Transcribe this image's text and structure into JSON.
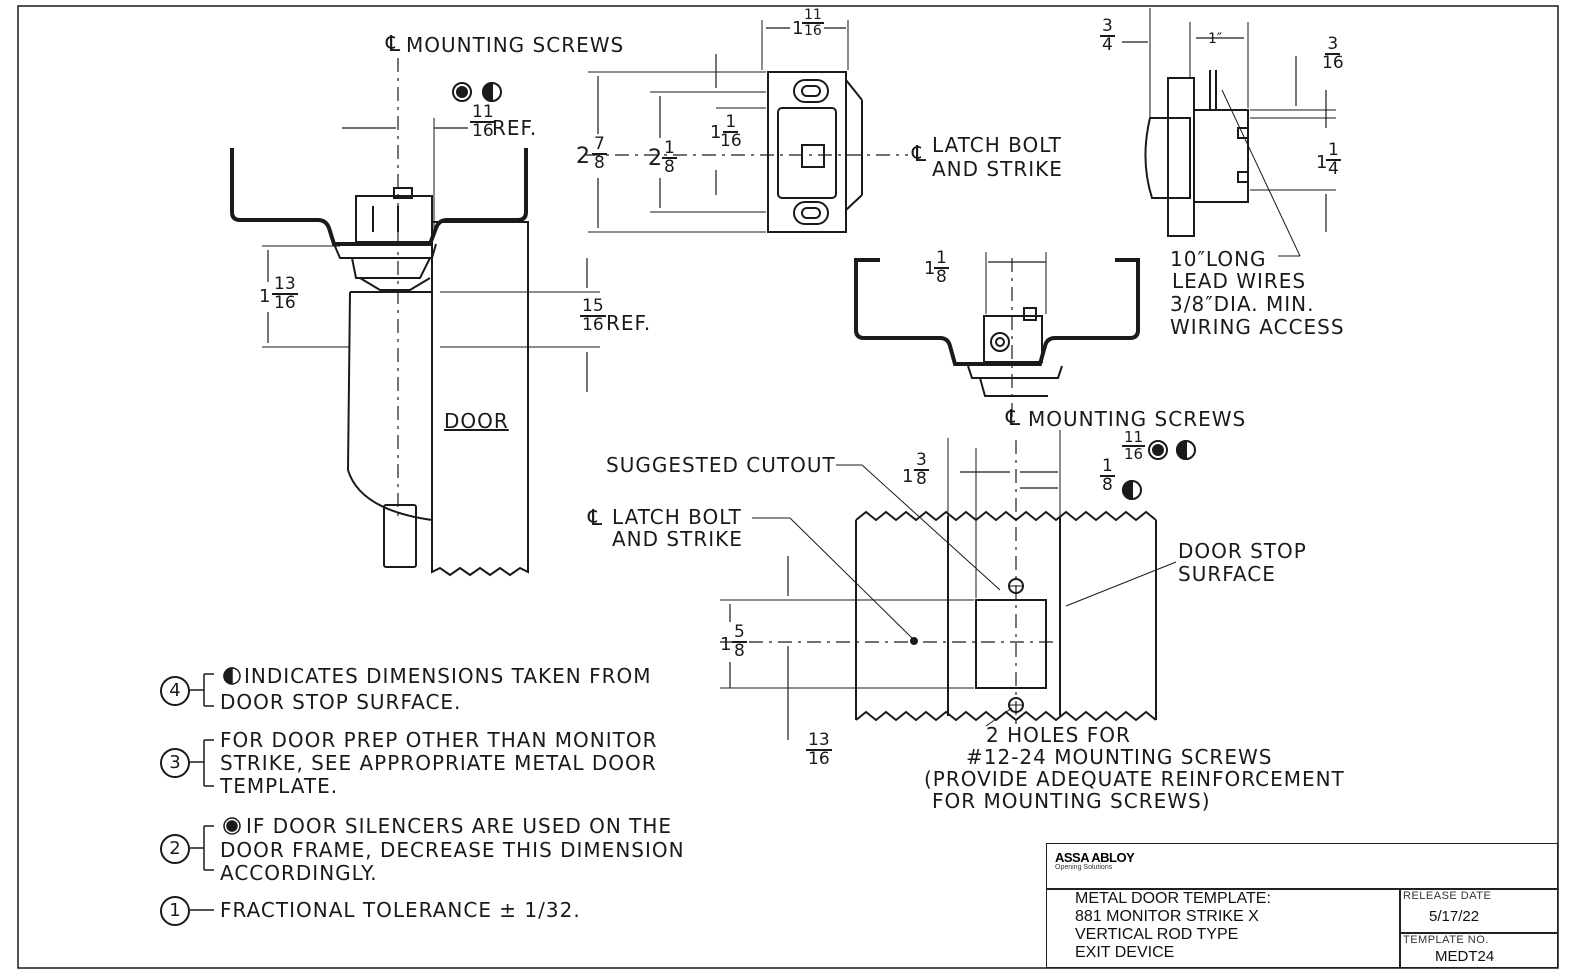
{
  "labels": {
    "mounting_screws_top": "MOUNTING SCREWS",
    "ref_11_16": "REF.",
    "ref_15_16": "REF.",
    "door": "DOOR",
    "latch_bolt_strike_1": "LATCH BOLT",
    "latch_bolt_strike_2": "AND STRIKE",
    "lead_wires_1": "10″LONG",
    "lead_wires_2": "LEAD WIRES",
    "lead_wires_3": "3/8″DIA. MIN.",
    "lead_wires_4": "WIRING ACCESS",
    "mounting_screws_mid": "MOUNTING SCREWS",
    "suggested_cutout": "SUGGESTED CUTOUT",
    "latch_bolt_lower_1": "LATCH BOLT",
    "latch_bolt_lower_2": "AND STRIKE",
    "door_stop_1": "DOOR STOP",
    "door_stop_2": "SURFACE",
    "holes_1": "2 HOLES FOR",
    "holes_2": "#12-24 MOUNTING SCREWS",
    "holes_3": "(PROVIDE ADEQUATE REINFORCEMENT",
    "holes_4": "FOR MOUNTING SCREWS)",
    "centerline_symbol": "℄"
  },
  "dimensions": {
    "d_11_16_top": {
      "whole": "1",
      "num": "11",
      "den": "16"
    },
    "d_2_7_8": {
      "whole": "2",
      "num": "7",
      "den": "8"
    },
    "d_2_1_8": {
      "whole": "2",
      "num": "1",
      "den": "8"
    },
    "d_1_1_16": {
      "whole": "1",
      "num": "1",
      "den": "16"
    },
    "d_3_4": {
      "whole": "",
      "num": "3",
      "den": "4"
    },
    "d_1in": "1″",
    "d_3_16": {
      "whole": "",
      "num": "3",
      "den": "16"
    },
    "d_1_1_4": {
      "whole": "1",
      "num": "1",
      "den": "4"
    },
    "d_11_16_ref": {
      "whole": "",
      "num": "11",
      "den": "16"
    },
    "d_1_13_16": {
      "whole": "1",
      "num": "13",
      "den": "16"
    },
    "d_15_16_ref": {
      "whole": "",
      "num": "15",
      "den": "16"
    },
    "d_1_1_8": {
      "whole": "1",
      "num": "1",
      "den": "8"
    },
    "d_11_16_mid": {
      "whole": "",
      "num": "11",
      "den": "16"
    },
    "d_1_3_8": {
      "whole": "1",
      "num": "3",
      "den": "8"
    },
    "d_1_8": {
      "whole": "",
      "num": "1",
      "den": "8"
    },
    "d_1_5_8": {
      "whole": "1",
      "num": "5",
      "den": "8"
    },
    "d_13_16": {
      "whole": "",
      "num": "13",
      "den": "16"
    }
  },
  "notes": [
    {
      "num": "4",
      "lines": [
        "INDICATES DIMENSIONS TAKEN FROM",
        "DOOR STOP SURFACE."
      ]
    },
    {
      "num": "3",
      "lines": [
        "FOR DOOR PREP OTHER THAN MONITOR",
        "STRIKE, SEE APPROPRIATE METAL DOOR",
        "TEMPLATE."
      ]
    },
    {
      "num": "2",
      "lines": [
        "IF DOOR SILENCERS ARE USED ON THE",
        "DOOR FRAME, DECREASE THIS DIMENSION",
        "ACCORDINGLY."
      ]
    },
    {
      "num": "1",
      "lines": [
        "FRACTIONAL TOLERANCE ± 1/32."
      ]
    }
  ],
  "title_block": {
    "brand": "ASSA ABLOY",
    "brand_sub": "Opening Solutions",
    "title_lines": [
      "METAL DOOR TEMPLATE:",
      "881 MONITOR STRIKE X",
      "VERTICAL ROD TYPE",
      "EXIT DEVICE"
    ],
    "release_date_label": "RELEASE DATE",
    "release_date": "5/17/22",
    "template_no_label": "TEMPLATE NO.",
    "template_no": "MEDT24"
  },
  "colors": {
    "ink": "#1a1a1a",
    "paper": "#ffffff"
  }
}
